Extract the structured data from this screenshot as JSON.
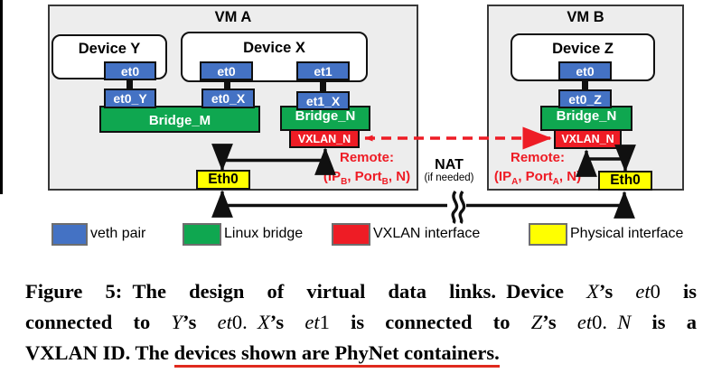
{
  "vma": {
    "title": "VM A",
    "device_y": {
      "title": "Device Y",
      "port0": "et0"
    },
    "device_x": {
      "title": "Device X",
      "port0": "et0",
      "port1": "et1"
    },
    "veth_y": "et0_Y",
    "veth_x0": "et0_X",
    "veth_x1": "et1_X",
    "bridge_m": "Bridge_M",
    "bridge_n": "Bridge_N",
    "vxlan": "VXLAN_N",
    "eth": "Eth0",
    "remote": {
      "title": "Remote:",
      "p1": "(IP",
      "s1": "B",
      "p2": ", Port",
      "s2": "B",
      "p3": ", N)"
    }
  },
  "vmb": {
    "title": "VM B",
    "device_z": {
      "title": "Device Z",
      "port0": "et0"
    },
    "veth_z": "et0_Z",
    "bridge_n": "Bridge_N",
    "vxlan": "VXLAN_N",
    "eth": "Eth0",
    "remote": {
      "title": "Remote:",
      "p1": "(IP",
      "s1": "A",
      "p2": ", Port",
      "s2": "A",
      "p3": ", N)"
    }
  },
  "nat": {
    "line1": "NAT",
    "line2": "(if needed)"
  },
  "legend": [
    {
      "label": "veth pair",
      "color": "#4472C4"
    },
    {
      "label": "Linux bridge",
      "color": "#0FA750"
    },
    {
      "label": "VXLAN interface",
      "color": "#EE1C25"
    },
    {
      "label": "Physical interface",
      "color": "#FFFF00"
    }
  ],
  "colors": {
    "veth_blue": "#4472C4",
    "bridge_green": "#0FA750",
    "vxlan_red": "#EE1C25",
    "physical_yellow": "#FFFF00",
    "vm_fill": "#EDEDED",
    "remote_text": "#EE1C25",
    "caption_underline": "#E02A1E"
  },
  "caption": {
    "lines": [
      {
        "justify": true,
        "segments": [
          {
            "text": "Figure 5:",
            "style": "cf"
          },
          {
            "text": " The design of virtual data links. Device ",
            "style": "cb"
          },
          {
            "text": "X",
            "style": "ci"
          },
          {
            "text": "’s ",
            "style": "cb"
          },
          {
            "text": "et",
            "style": "ci"
          },
          {
            "text": "0",
            "style": "cr"
          },
          {
            "text": " is",
            "style": "cb"
          }
        ]
      },
      {
        "justify": true,
        "segments": [
          {
            "text": "connected to ",
            "style": "cb"
          },
          {
            "text": "Y",
            "style": "ci"
          },
          {
            "text": "’s ",
            "style": "cb"
          },
          {
            "text": "et",
            "style": "ci"
          },
          {
            "text": "0.",
            "style": "cr"
          },
          {
            "text": " ",
            "style": "cb"
          },
          {
            "text": "X",
            "style": "ci"
          },
          {
            "text": "’s ",
            "style": "cb"
          },
          {
            "text": "et",
            "style": "ci"
          },
          {
            "text": "1",
            "style": "cr"
          },
          {
            "text": " is connected to ",
            "style": "cb"
          },
          {
            "text": "Z",
            "style": "ci"
          },
          {
            "text": "’s ",
            "style": "cb"
          },
          {
            "text": "et",
            "style": "ci"
          },
          {
            "text": "0.",
            "style": "cr"
          },
          {
            "text": " ",
            "style": "cb"
          },
          {
            "text": "N",
            "style": "ci"
          },
          {
            "text": " is a",
            "style": "cb"
          }
        ]
      },
      {
        "justify": false,
        "segments": [
          {
            "text": "VXLAN ID. The ",
            "style": "cb"
          },
          {
            "text": "devices shown are PhyNet containers.",
            "style": "cu"
          }
        ]
      }
    ]
  }
}
